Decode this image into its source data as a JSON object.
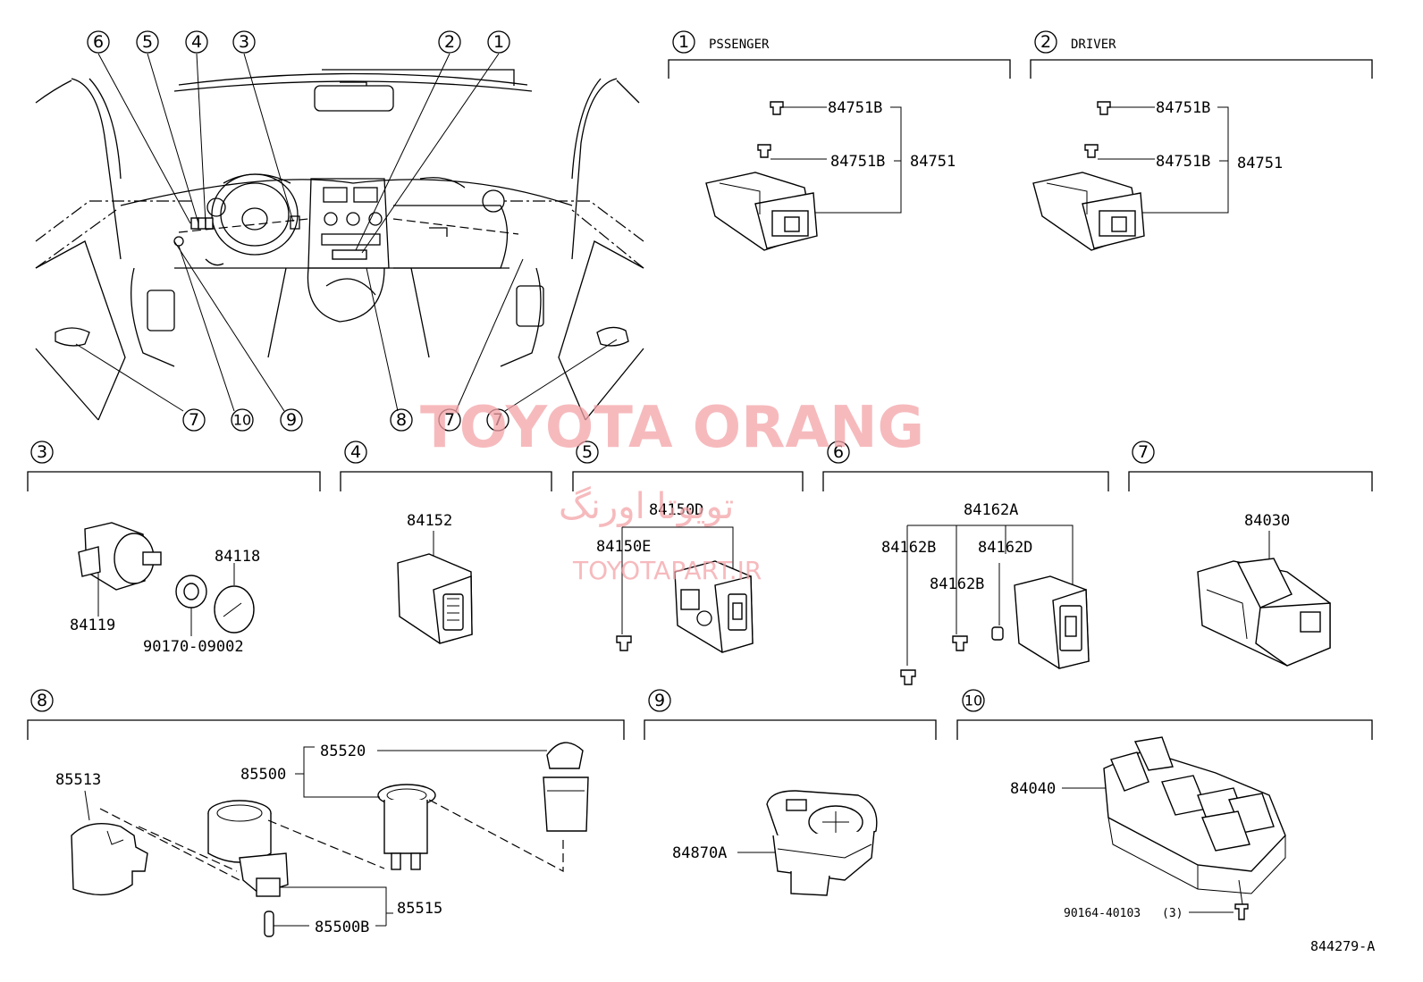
{
  "headers": {
    "passenger": "PSSENGER",
    "driver": "DRIVER"
  },
  "callouts": [
    "1",
    "2",
    "3",
    "4",
    "5",
    "6",
    "7",
    "8",
    "9",
    "10"
  ],
  "part_numbers": {
    "p84751B_a": "84751B",
    "p84751B_b": "84751B",
    "p84751": "84751",
    "d84751B_a": "84751B",
    "d84751B_b": "84751B",
    "d84751": "84751",
    "p84119": "84119",
    "p84118": "84118",
    "p90170": "90170-09002",
    "p84152": "84152",
    "p84150D": "84150D",
    "p84150E": "84150E",
    "p84162A": "84162A",
    "p84162B_a": "84162B",
    "p84162D": "84162D",
    "p84162B_b": "84162B",
    "p84030": "84030",
    "p85513": "85513",
    "p85520": "85520",
    "p85500": "85500",
    "p85515": "85515",
    "p85500B": "85500B",
    "p84870A": "84870A",
    "p84040": "84040",
    "p90164": "90164-40103",
    "p90164_qty": "(3)"
  },
  "drawing_id": "844279-A",
  "watermark": {
    "title": "TOYOTA ORANG",
    "persian": "تویوتا اورنگ",
    "site": "TOYOTAPART.IR"
  },
  "colors": {
    "line": "#000000",
    "watermark": "#f3a3a8"
  }
}
